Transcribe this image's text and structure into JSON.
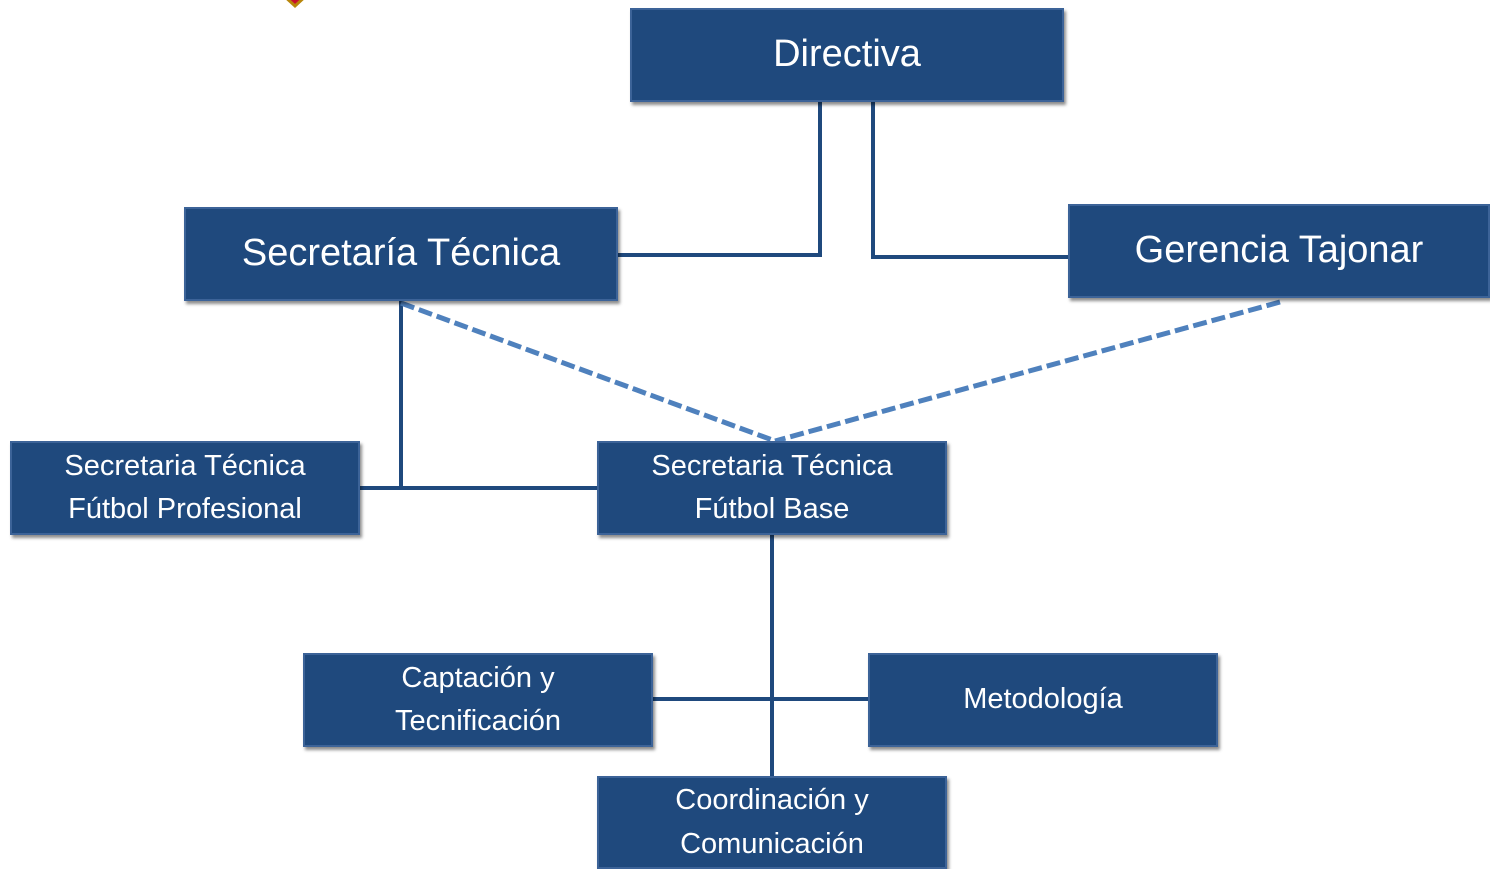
{
  "logo": {
    "icon": "club-crest-icon",
    "colors": [
      "#b8860b",
      "#8b0000"
    ]
  },
  "colors": {
    "box_fill": "#1f497d",
    "box_border": "#3c6398",
    "box_text": "#ffffff",
    "dashed_line": "#4f81bd",
    "solid_line": "#1f497d"
  },
  "nodes": {
    "directiva": "Directiva",
    "secretaria_tecnica": "Secretaría Técnica",
    "gerencia_tajonar": "Gerencia Tajonar",
    "st_futbol_profesional": "Secretaria Técnica\nFútbol Profesional",
    "st_futbol_base": "Secretaria Técnica\nFútbol Base",
    "captacion": "Captación y\nTecnificación",
    "metodologia": "Metodología",
    "coordinacion": "Coordinación y\nComunicación"
  },
  "relations": [
    {
      "from": "directiva",
      "to": "secretaria_tecnica",
      "style": "solid"
    },
    {
      "from": "directiva",
      "to": "gerencia_tajonar",
      "style": "solid"
    },
    {
      "from": "secretaria_tecnica",
      "to": "st_futbol_profesional",
      "style": "solid"
    },
    {
      "from": "secretaria_tecnica",
      "to": "st_futbol_base",
      "style": "dashed"
    },
    {
      "from": "gerencia_tajonar",
      "to": "st_futbol_base",
      "style": "dashed"
    },
    {
      "from": "st_futbol_base",
      "to": "captacion",
      "style": "solid"
    },
    {
      "from": "st_futbol_base",
      "to": "metodologia",
      "style": "solid"
    },
    {
      "from": "st_futbol_base",
      "to": "coordinacion",
      "style": "solid"
    }
  ]
}
